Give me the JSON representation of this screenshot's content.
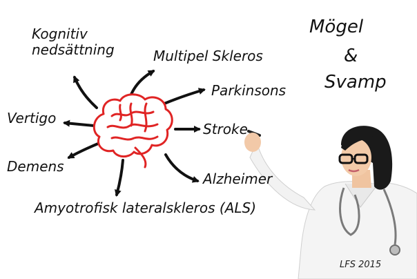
{
  "diagram": {
    "center": "brain-icon",
    "labels": {
      "kognitiv_1": "Kognitiv",
      "kognitiv_2": "nedsättning",
      "ms": "Multipel Skleros",
      "parkinsons": "Parkinsons",
      "vertigo": "Vertigo",
      "stroke": "Stroke",
      "demens": "Demens",
      "alzheimer": "Alzheimer",
      "als": "Amyotrofisk lateralskleros  (ALS)"
    }
  },
  "title": {
    "line1": "Mögel",
    "amp": "&",
    "line2": "Svamp"
  },
  "credit": "LFS 2015",
  "colors": {
    "brain": "#e02424",
    "ink": "#111111",
    "coat": "#f4f4f4"
  }
}
